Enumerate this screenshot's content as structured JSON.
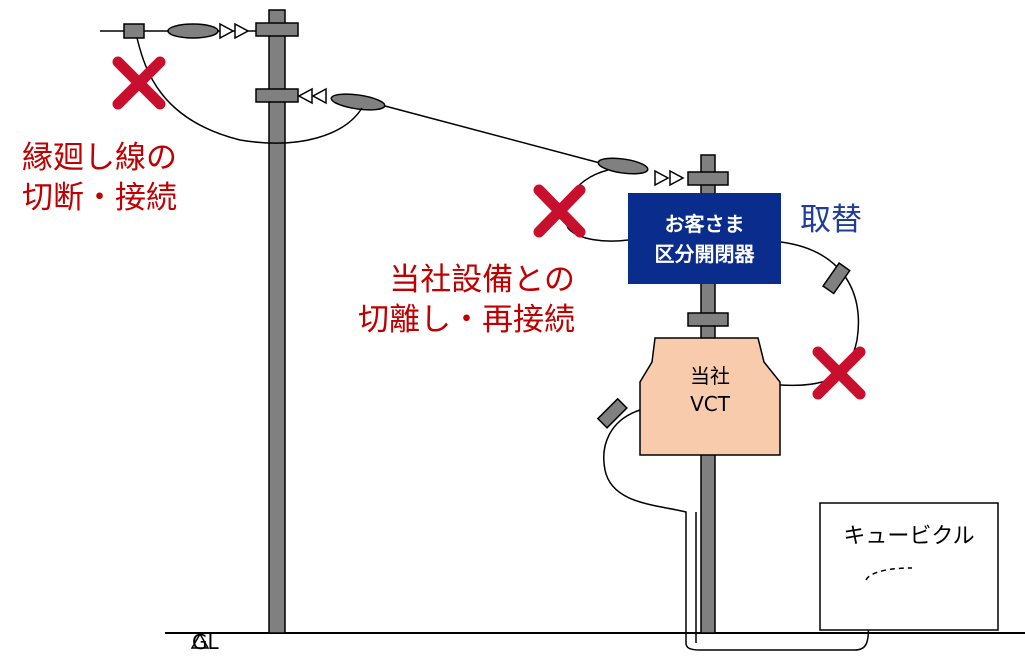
{
  "labels": {
    "bypass_line_line1": "縁廻し線の",
    "bypass_line_line2": "切断・接続",
    "replace": "取替",
    "isolation_line1": "当社設備との",
    "isolation_line2": "切離し・再接続"
  },
  "breaker": {
    "line1": "お客さま",
    "line2": "区分開閉器"
  },
  "vct": {
    "line1": "当社",
    "line2": "VCT"
  },
  "cubicle": "キュービクル",
  "ground": "GL",
  "colors": {
    "annotation_red": "#c00000",
    "cross_red": "#c8102e",
    "replace_blue": "#1f3c96",
    "breaker_fill": "#0a2c8c",
    "vct_fill": "#f8cbad",
    "pole_fill": "#808080"
  }
}
